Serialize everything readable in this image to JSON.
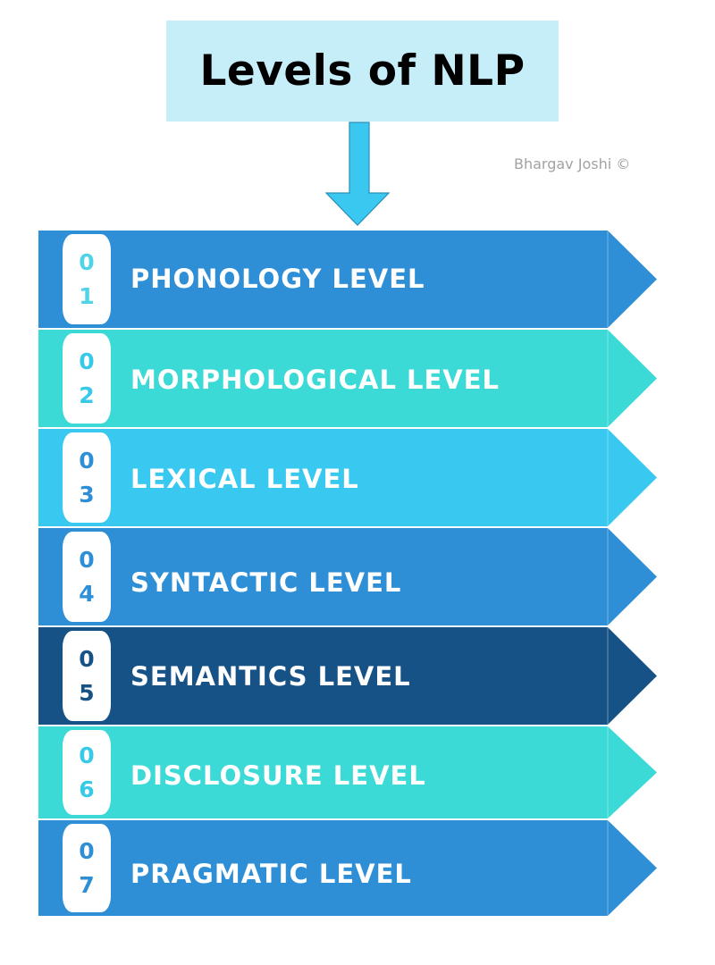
{
  "title": "Levels of NLP",
  "credit": "Bhargav Joshi ©",
  "colors": {
    "title_bg": "#c6eef9",
    "arrow": "#3ac8f0",
    "credit_text": "#a2a2a2"
  },
  "levels": [
    {
      "num_d1": "0",
      "num_d2": "1",
      "label": "PHONOLOGY LEVEL",
      "color": "#2e8fd6",
      "num_color": "#4fd3e6"
    },
    {
      "num_d1": "0",
      "num_d2": "2",
      "label": "MORPHOLOGICAL LEVEL",
      "color": "#3cdad6",
      "num_color": "#36c9e8"
    },
    {
      "num_d1": "0",
      "num_d2": "3",
      "label": "LEXICAL LEVEL",
      "color": "#38c8f0",
      "num_color": "#2e8fd6"
    },
    {
      "num_d1": "0",
      "num_d2": "4",
      "label": "SYNTACTIC LEVEL",
      "color": "#2e8fd6",
      "num_color": "#2e8fd6"
    },
    {
      "num_d1": "0",
      "num_d2": "5",
      "label": "SEMANTICS LEVEL",
      "color": "#175287",
      "num_color": "#175287"
    },
    {
      "num_d1": "0",
      "num_d2": "6",
      "label": "DISCLOSURE LEVEL",
      "color": "#3cdad6",
      "num_color": "#36c9e8"
    },
    {
      "num_d1": "0",
      "num_d2": "7",
      "label": "PRAGMATIC LEVEL",
      "color": "#2e8fd6",
      "num_color": "#2e8fd6"
    }
  ]
}
